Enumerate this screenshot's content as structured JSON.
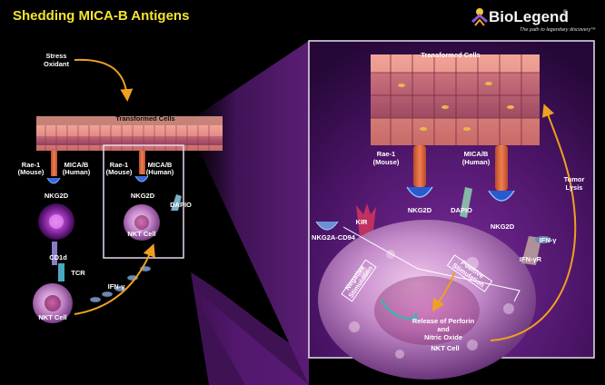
{
  "title": "Shedding MICA-B Antigens",
  "brand": {
    "name": "BioLegend",
    "reg": "®",
    "tagline": "The path to legendary discovery™"
  },
  "colors": {
    "title": "#f3e430",
    "background": "#000000",
    "panel_purple": "#5b1a78",
    "arrow": "#f0a020",
    "cells": "#e28a80"
  },
  "left": {
    "stress": "Stress",
    "oxidant": "Oxidant",
    "transformed_cells": "Transformed Cells",
    "rae1_a": "Rae-1",
    "mouse_a": "(Mouse)",
    "mica_a": "MICA/B",
    "human_a": "(Human)",
    "nkg2d_a": "NKG2D",
    "rae1_b": "Rae-1",
    "mouse_b": "(Mouse)",
    "mica_b": "MICA/B",
    "human_b": "(Human)",
    "nkg2d_b": "NKG2D",
    "dapio": "DAPIO",
    "nkt_cell_inset": "NKT Cell",
    "cd1d": "CD1d",
    "tcr": "TCR",
    "ifn": "IFN-γ",
    "nkt_cell": "NKT Cell"
  },
  "right": {
    "transformed_cells": "Transformed Cells",
    "rae1": "Rae-1",
    "mouse": "(Mouse)",
    "mica": "MICA/B",
    "human": "(Human)",
    "nkg2d_1": "NKG2D",
    "dapio": "DAPIO",
    "nkg2d_2": "NKG2D",
    "kir": "KIR",
    "nkg2a": "NKG2A-CD94",
    "negative": "Negative",
    "stimulation_neg": "Stimulation",
    "positive": "Positive",
    "stimulation_pos": "Stimulation",
    "tumor": "Tumor",
    "lysis": "Lysis",
    "ifn": "IFN-γ",
    "ifn_r": "IFN-γR",
    "release": "Release of Perforin",
    "and": "and",
    "nitric": "Nitric Oxide",
    "nkt_cell": "NKT Cell"
  }
}
